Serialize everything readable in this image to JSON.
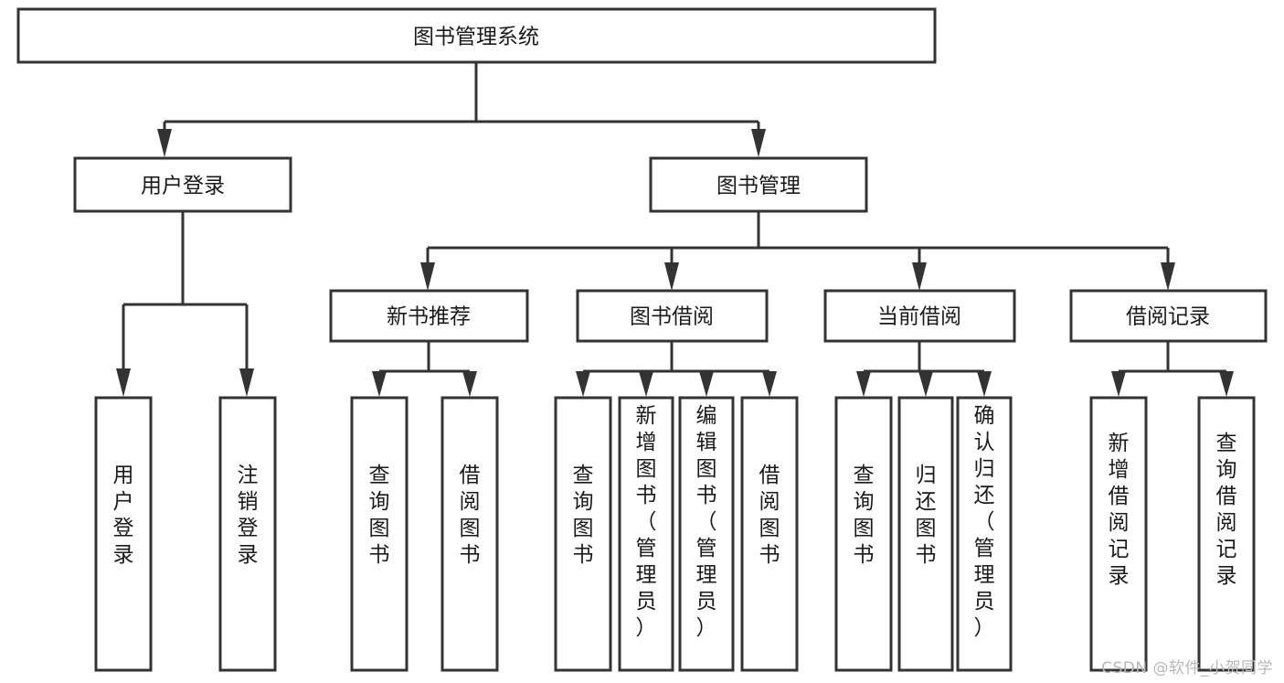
{
  "diagram": {
    "type": "tree-hierarchy",
    "orientation": "top-down",
    "title": "图书管理系统",
    "root": {
      "id": "root",
      "label": "图书管理系统",
      "text_orientation": "horizontal"
    },
    "level2": [
      {
        "id": "user-login",
        "label": "用户登录",
        "text_orientation": "horizontal"
      },
      {
        "id": "book-manage",
        "label": "图书管理",
        "text_orientation": "horizontal"
      }
    ],
    "level3": [
      {
        "id": "new-book-recommend",
        "label": "新书推荐",
        "text_orientation": "horizontal",
        "parent": "book-manage"
      },
      {
        "id": "book-borrow",
        "label": "图书借阅",
        "text_orientation": "horizontal",
        "parent": "book-manage"
      },
      {
        "id": "current-borrow",
        "label": "当前借阅",
        "text_orientation": "horizontal",
        "parent": "book-manage"
      },
      {
        "id": "borrow-record",
        "label": "借阅记录",
        "text_orientation": "horizontal",
        "parent": "book-manage"
      }
    ],
    "leaves": [
      {
        "id": "leaf-user-login",
        "label": "用户登录",
        "parent": "user-login",
        "text_orientation": "vertical"
      },
      {
        "id": "leaf-logout",
        "label": "注销登录",
        "parent": "user-login",
        "text_orientation": "vertical"
      },
      {
        "id": "leaf-query-book-1",
        "label": "查询图书",
        "parent": "new-book-recommend",
        "text_orientation": "vertical"
      },
      {
        "id": "leaf-borrow-book-1",
        "label": "借阅图书",
        "parent": "new-book-recommend",
        "text_orientation": "vertical"
      },
      {
        "id": "leaf-query-book-2",
        "label": "查询图书",
        "parent": "book-borrow",
        "text_orientation": "vertical"
      },
      {
        "id": "leaf-add-book",
        "label": "新增图书（管理员）",
        "parent": "book-borrow",
        "text_orientation": "vertical"
      },
      {
        "id": "leaf-edit-book",
        "label": "编辑图书（管理员）",
        "parent": "book-borrow",
        "text_orientation": "vertical"
      },
      {
        "id": "leaf-borrow-book-2",
        "label": "借阅图书",
        "parent": "book-borrow",
        "text_orientation": "vertical"
      },
      {
        "id": "leaf-query-book-3",
        "label": "查询图书",
        "parent": "current-borrow",
        "text_orientation": "vertical"
      },
      {
        "id": "leaf-return-book",
        "label": "归还图书",
        "parent": "current-borrow",
        "text_orientation": "vertical"
      },
      {
        "id": "leaf-confirm-return",
        "label": "确认归还（管理员）",
        "parent": "current-borrow",
        "text_orientation": "vertical"
      },
      {
        "id": "leaf-add-record",
        "label": "新增借阅记录",
        "parent": "borrow-record",
        "text_orientation": "vertical"
      },
      {
        "id": "leaf-query-record",
        "label": "查询借阅记录",
        "parent": "borrow-record",
        "text_orientation": "vertical"
      }
    ],
    "colors": {
      "box_stroke": "#333333",
      "box_fill": "#ffffff",
      "text": "#1a1a1a",
      "connector": "#333333",
      "background": "#ffffff",
      "watermark": "#b8b8b8"
    }
  },
  "watermark": {
    "text": "CSDN @软件_小贺同学"
  }
}
